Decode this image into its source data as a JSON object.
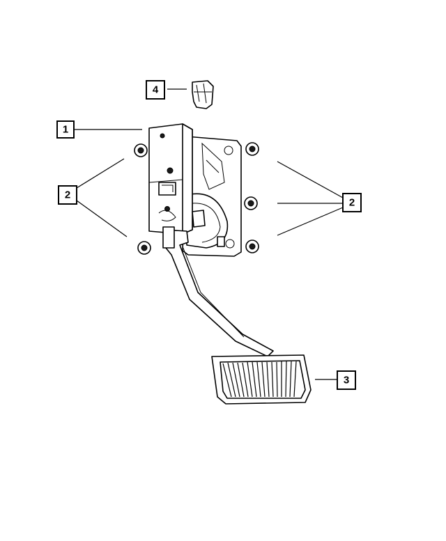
{
  "callouts": {
    "c1": "1",
    "c2_left": "2",
    "c2_right": "2",
    "c3": "3",
    "c4": "4"
  },
  "colors": {
    "line": "#000000",
    "background": "#ffffff"
  }
}
